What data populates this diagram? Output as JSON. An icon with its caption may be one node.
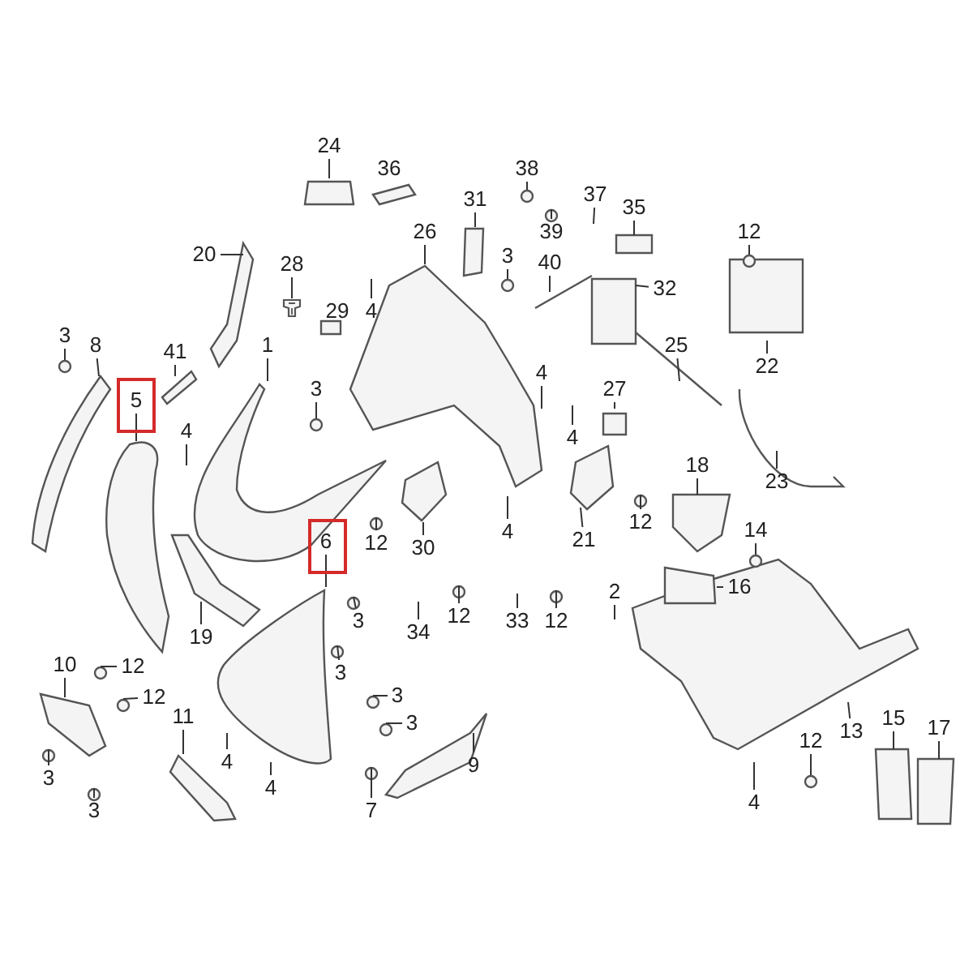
{
  "diagram": {
    "nodes": [
      {
        "text": [
          "24"
        ]
      },
      {
        "text": [
          "36"
        ]
      },
      {
        "text": [
          "38"
        ]
      },
      {
        "text": [
          "31"
        ]
      },
      {
        "text": [
          "37"
        ]
      },
      {
        "text": [
          "35"
        ]
      },
      {
        "text": [
          "12"
        ]
      },
      {
        "text": [
          "26"
        ]
      },
      {
        "text": [
          "39"
        ]
      },
      {
        "text": [
          "20"
        ]
      },
      {
        "text": [
          "3"
        ]
      },
      {
        "text": [
          "40"
        ]
      },
      {
        "text": [
          "28"
        ]
      },
      {
        "text": [
          "32"
        ]
      },
      {
        "text": [
          "29"
        ]
      },
      {
        "text": [
          "4"
        ]
      },
      {
        "text": [
          "3"
        ]
      },
      {
        "text": [
          "8"
        ]
      },
      {
        "text": [
          "41"
        ]
      },
      {
        "text": [
          "1"
        ]
      },
      {
        "text": [
          "25"
        ]
      },
      {
        "text": [
          "22"
        ]
      },
      {
        "text": [
          "4"
        ]
      },
      {
        "text": [],
        "shape": "box"
      },
      {
        "text": [
          "5"
        ],
        "in": 23
      },
      {
        "text": [
          "3"
        ]
      },
      {
        "text": [
          "27"
        ]
      },
      {
        "text": [
          "4"
        ]
      },
      {
        "text": [
          "4"
        ]
      },
      {
        "text": [
          "18"
        ]
      },
      {
        "text": [
          "23"
        ]
      },
      {
        "text": [
          "12"
        ]
      },
      {
        "text": [
          "4"
        ]
      },
      {
        "text": [],
        "shape": "box"
      },
      {
        "text": [
          "6"
        ],
        "in": 33
      },
      {
        "text": [
          "12"
        ]
      },
      {
        "text": [
          "30"
        ]
      },
      {
        "text": [
          "21"
        ]
      },
      {
        "text": [
          "14"
        ]
      },
      {
        "text": [
          "16"
        ]
      },
      {
        "text": [
          "2"
        ]
      },
      {
        "text": [
          "3"
        ]
      },
      {
        "text": [
          "34"
        ]
      },
      {
        "text": [
          "12"
        ]
      },
      {
        "text": [
          "33"
        ]
      },
      {
        "text": [
          "12"
        ]
      },
      {
        "text": [
          "19"
        ]
      },
      {
        "text": [
          "10"
        ]
      },
      {
        "text": [
          "12"
        ]
      },
      {
        "text": [
          "3"
        ]
      },
      {
        "text": [
          "12"
        ]
      },
      {
        "text": [
          "3"
        ]
      },
      {
        "text": [
          "11"
        ]
      },
      {
        "text": [
          "3"
        ]
      },
      {
        "text": [
          "13"
        ]
      },
      {
        "text": [
          "15"
        ]
      },
      {
        "text": [
          "12"
        ]
      },
      {
        "text": [
          "4"
        ]
      },
      {
        "text": [
          "9"
        ]
      },
      {
        "text": [
          "17"
        ]
      },
      {
        "text": [
          "3"
        ]
      },
      {
        "text": [
          "4"
        ]
      },
      {
        "text": [
          "4"
        ]
      },
      {
        "text": [
          "3"
        ]
      },
      {
        "text": [
          "7"
        ]
      },
      {
        "text": [],
        "shape": "picture"
      }
    ],
    "edges": [
      {
        "from": 0,
        "to": null,
        "arrow": "none"
      },
      {
        "from": 2,
        "to": null,
        "arrow": "none"
      },
      {
        "from": 3,
        "to": null,
        "arrow": "none"
      },
      {
        "from": 4,
        "to": null,
        "arrow": "none"
      },
      {
        "from": 5,
        "to": null,
        "arrow": "none"
      },
      {
        "from": 6,
        "to": null,
        "arrow": "none"
      },
      {
        "from": 7,
        "to": null,
        "arrow": "none"
      },
      {
        "from": 8,
        "to": null,
        "arrow": "none"
      },
      {
        "from": 9,
        "to": null,
        "arrow": "none"
      },
      {
        "from": 10,
        "to": null,
        "arrow": "none"
      },
      {
        "from": 11,
        "to": null,
        "arrow": "none"
      },
      {
        "from": 12,
        "to": 65,
        "arrow": "none"
      },
      {
        "from": 13,
        "to": null,
        "arrow": "none"
      },
      {
        "from": 15,
        "to": null,
        "arrow": "none"
      },
      {
        "from": 16,
        "to": null,
        "arrow": "none"
      },
      {
        "from": 17,
        "to": null,
        "arrow": "none"
      },
      {
        "from": 18,
        "to": null,
        "arrow": "none"
      },
      {
        "from": 19,
        "to": null,
        "arrow": "none"
      },
      {
        "from": 20,
        "to": null,
        "arrow": "none"
      },
      {
        "from": 21,
        "to": null,
        "arrow": "none"
      },
      {
        "from": 22,
        "to": null,
        "arrow": "none"
      },
      {
        "from": 24,
        "to": null,
        "arrow": "none"
      },
      {
        "from": 25,
        "to": null,
        "arrow": "none"
      },
      {
        "from": 26,
        "to": null,
        "arrow": "none"
      },
      {
        "from": 27,
        "to": null,
        "arrow": "none"
      },
      {
        "from": 28,
        "to": null,
        "arrow": "none"
      },
      {
        "from": 29,
        "to": null,
        "arrow": "none"
      },
      {
        "from": 30,
        "to": null,
        "arrow": "none"
      },
      {
        "from": 31,
        "to": null,
        "arrow": "none"
      },
      {
        "from": 32,
        "to": null,
        "arrow": "none"
      },
      {
        "from": 34,
        "to": null,
        "arrow": "none"
      },
      {
        "from": 35,
        "to": null,
        "arrow": "none"
      },
      {
        "from": 36,
        "to": null,
        "arrow": "none"
      },
      {
        "from": 37,
        "to": null,
        "arrow": "none"
      },
      {
        "from": 38,
        "to": null,
        "arrow": "none"
      },
      {
        "from": 39,
        "to": null,
        "arrow": "none"
      },
      {
        "from": 40,
        "to": null,
        "arrow": "none"
      },
      {
        "from": 41,
        "to": null,
        "arrow": "none"
      },
      {
        "from": 42,
        "to": null,
        "arrow": "none"
      },
      {
        "from": 43,
        "to": null,
        "arrow": "none"
      },
      {
        "from": 44,
        "to": null,
        "arrow": "none"
      },
      {
        "from": 45,
        "to": null,
        "arrow": "none"
      },
      {
        "from": 46,
        "to": null,
        "arrow": "none"
      },
      {
        "from": 47,
        "to": null,
        "arrow": "none"
      },
      {
        "from": 48,
        "to": null,
        "arrow": "none"
      },
      {
        "from": 49,
        "to": null,
        "arrow": "none"
      },
      {
        "from": 50,
        "to": null,
        "arrow": "none"
      },
      {
        "from": 51,
        "to": null,
        "arrow": "none"
      },
      {
        "from": 52,
        "to": null,
        "arrow": "none"
      },
      {
        "from": 53,
        "to": null,
        "arrow": "none"
      },
      {
        "from": 54,
        "to": null,
        "arrow": "none"
      },
      {
        "from": 55,
        "to": null,
        "arrow": "none"
      },
      {
        "from": 56,
        "to": null,
        "arrow": "none"
      },
      {
        "from": 57,
        "to": null,
        "arrow": "none"
      },
      {
        "from": 58,
        "to": null,
        "arrow": "none"
      },
      {
        "from": 59,
        "to": null,
        "arrow": "none"
      },
      {
        "from": 60,
        "to": null,
        "arrow": "none"
      },
      {
        "from": 61,
        "to": null,
        "arrow": "none"
      },
      {
        "from": 62,
        "to": null,
        "arrow": "none"
      },
      {
        "from": 63,
        "to": null,
        "arrow": "none"
      },
      {
        "from": 64,
        "to": null,
        "arrow": "none"
      }
    ]
  }
}
